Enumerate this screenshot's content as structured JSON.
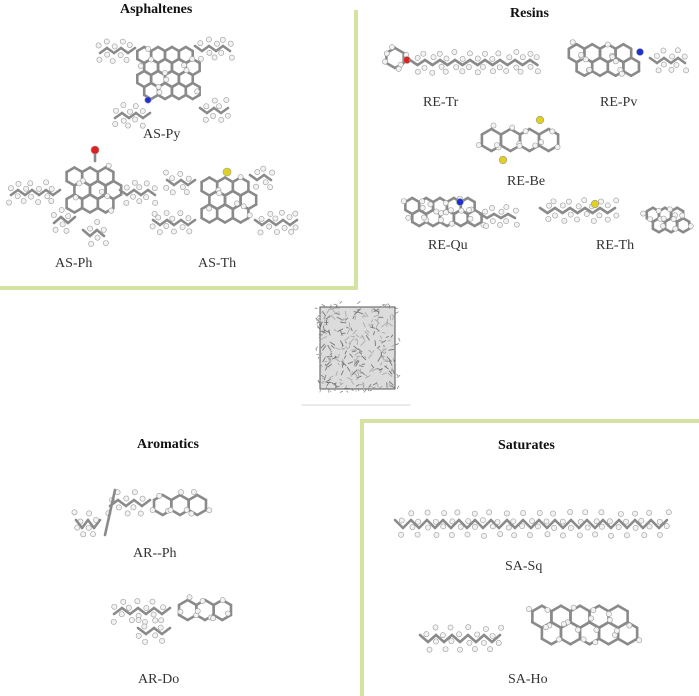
{
  "sections": {
    "asphaltenes": {
      "title": "Asphaltenes",
      "molecules": [
        "AS-Py",
        "AS-Ph",
        "AS-Th"
      ]
    },
    "resins": {
      "title": "Resins",
      "molecules": [
        "RE-Tr",
        "RE-Pv",
        "RE-Be",
        "RE-Qu",
        "RE-Th"
      ]
    },
    "aromatics": {
      "title": "Aromatics",
      "molecules": [
        "AR--Ph",
        "AR-Do"
      ]
    },
    "saturates": {
      "title": "Saturates",
      "molecules": [
        "SA-Sq",
        "SA-Ho"
      ]
    }
  },
  "colors": {
    "divider": "#d4e3a1",
    "carbon": "#8a8a8a",
    "hydrogen": "#f2f2f2",
    "oxygen": "#e02020",
    "nitrogen": "#2030d0",
    "sulfur": "#e0d020"
  }
}
